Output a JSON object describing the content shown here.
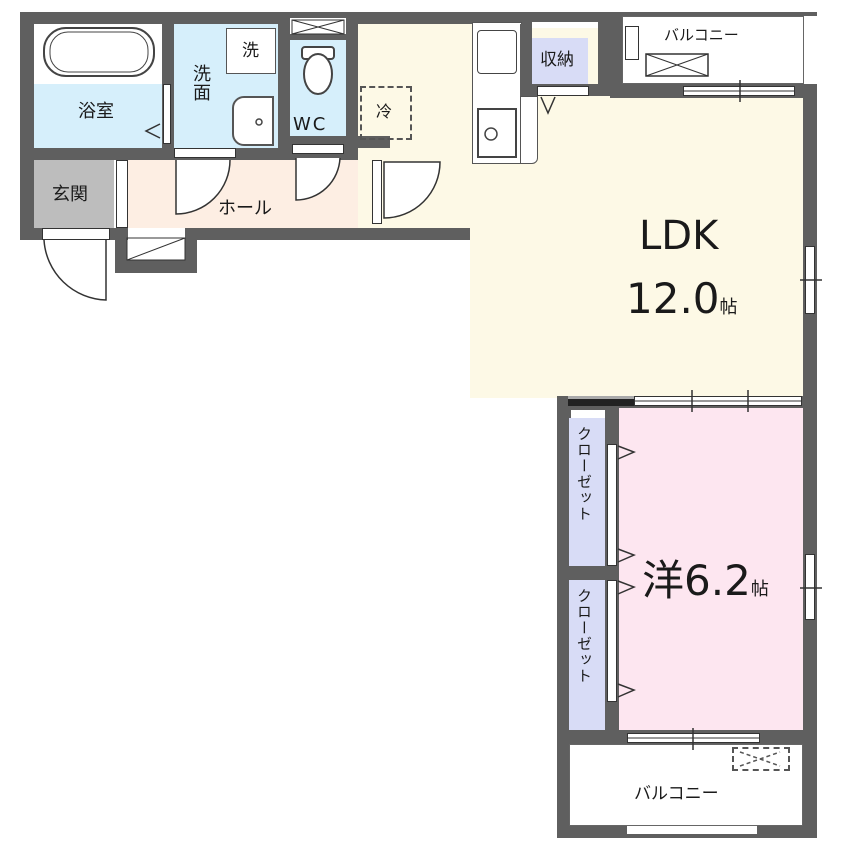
{
  "floor_plan": {
    "rooms": {
      "bathroom": {
        "label": "浴室"
      },
      "washroom": {
        "label": "洗面"
      },
      "washer": {
        "label": "洗"
      },
      "wc": {
        "label": "WC"
      },
      "fridge": {
        "label": "冷"
      },
      "storage": {
        "label": "収納"
      },
      "balcony_top": {
        "label": "バルコニー"
      },
      "entrance": {
        "label": "玄関"
      },
      "hall": {
        "label": "ホール"
      },
      "ldk": {
        "label": "LDK",
        "size": "12.0",
        "unit": "帖"
      },
      "closet_upper": {
        "label": "クローゼット"
      },
      "closet_lower": {
        "label": "クローゼット"
      },
      "western_room": {
        "label": "洋",
        "size": "6.2",
        "unit": "帖"
      },
      "balcony_bottom": {
        "label": "バルコニー"
      }
    },
    "colors": {
      "wall": "#5f5f5f",
      "wet_area": "#d6effb",
      "hall": "#fdeee3",
      "entrance": "#bdbdbd",
      "ldk": "#fdf9e6",
      "western_room": "#fde6f0",
      "storage": "#d8dcf6"
    }
  }
}
